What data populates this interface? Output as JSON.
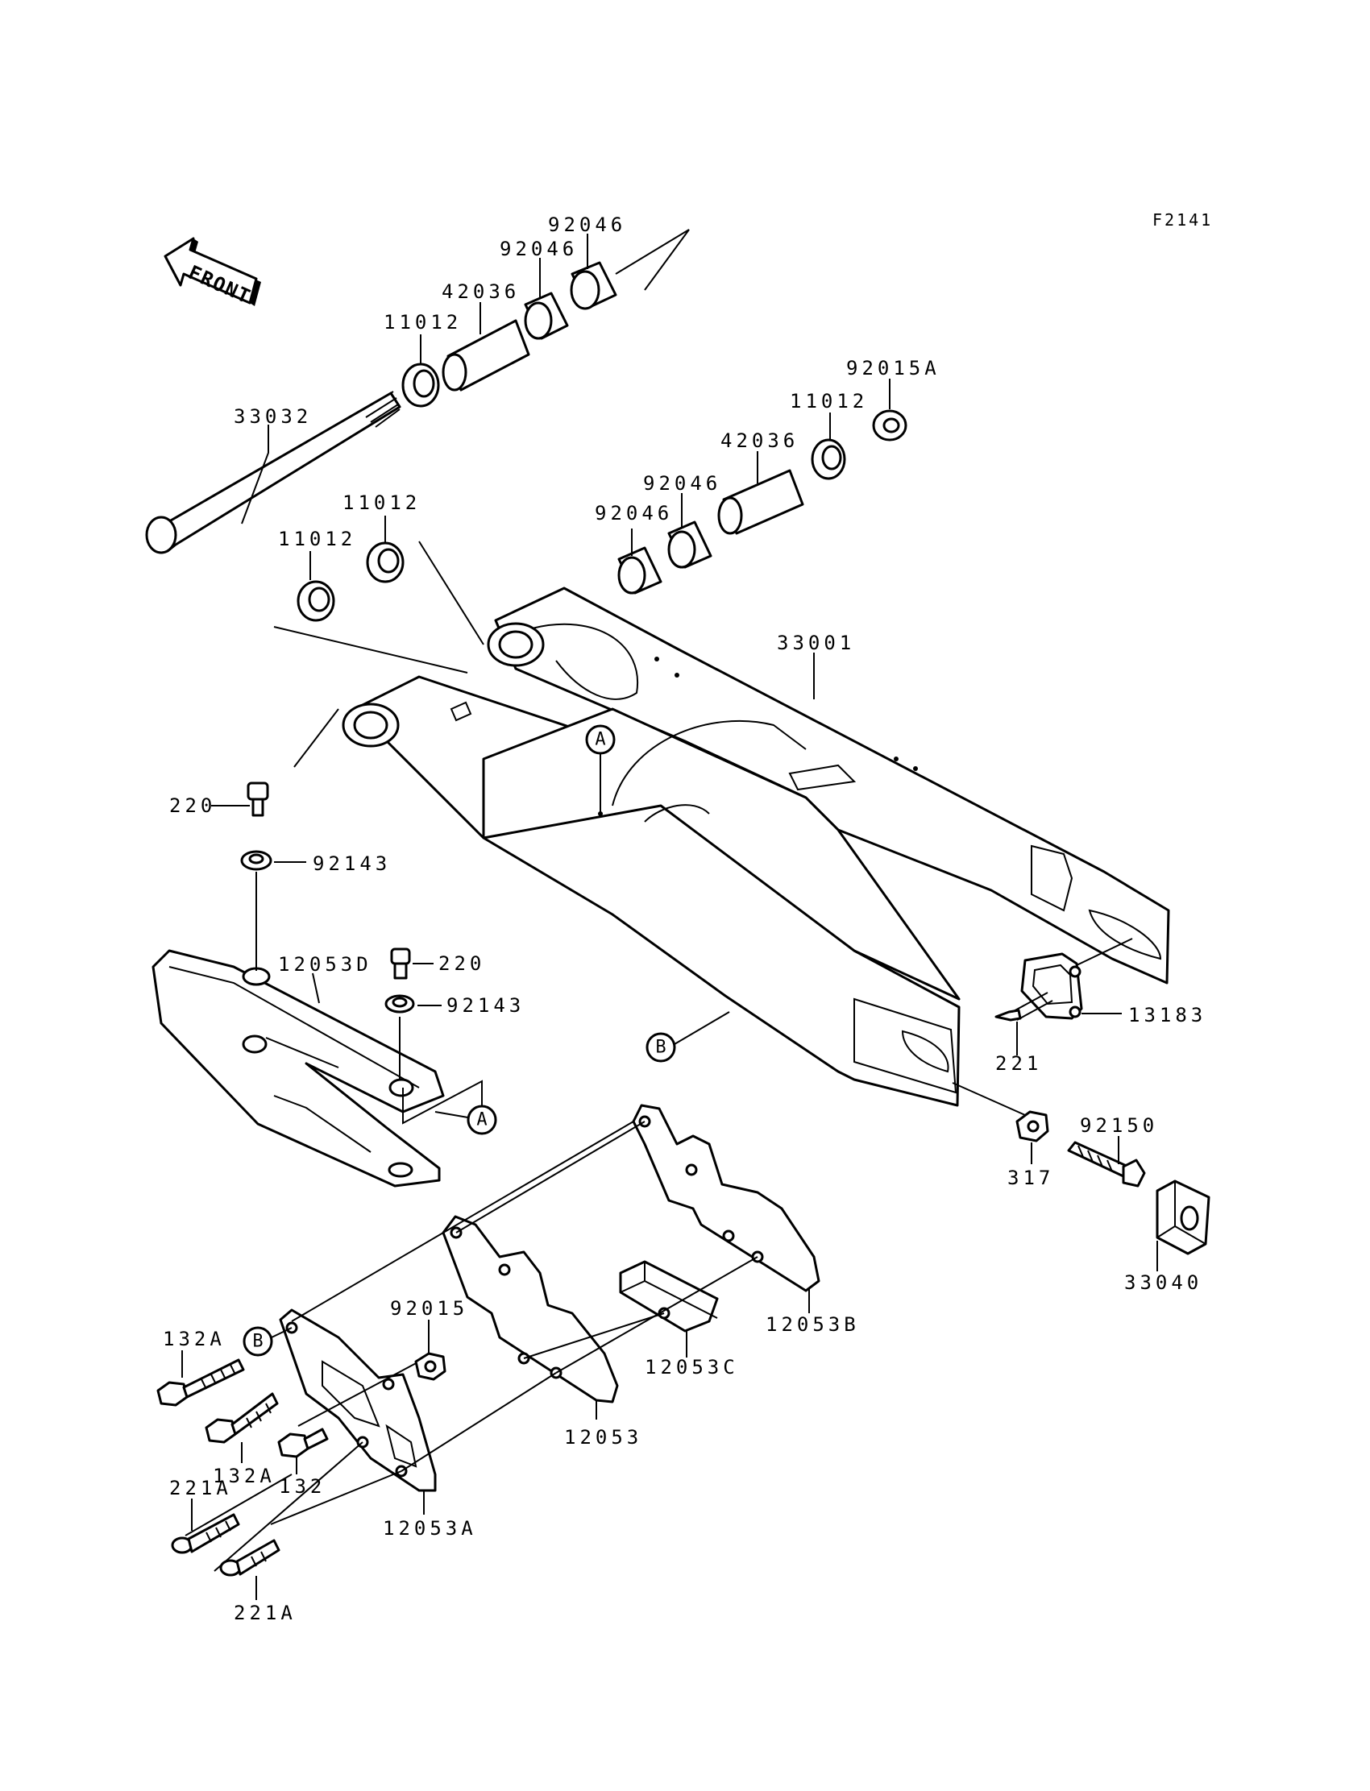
{
  "figure_code": "F2141",
  "front_label": "FRONT",
  "labels": {
    "l33032": "33032",
    "l11012_top": "11012",
    "l42036_top": "42036",
    "l92046_a": "92046",
    "l92046_b": "92046",
    "l92015A": "92015A",
    "l11012_r": "11012",
    "l42036_r": "42036",
    "l92046_c": "92046",
    "l92046_d": "92046",
    "l11012_l1": "11012",
    "l11012_l2": "11012",
    "l33001": "33001",
    "l220_a": "220",
    "l92143_a": "92143",
    "l12053D": "12053D",
    "l220_b": "220",
    "l92143_b": "92143",
    "l13183": "13183",
    "l221": "221",
    "l92150": "92150",
    "l317": "317",
    "l33040": "33040",
    "l92015": "92015",
    "l12053B": "12053B",
    "l12053C": "12053C",
    "l12053": "12053",
    "l12053A": "12053A",
    "l132A_a": "132A",
    "l132A_b": "132A",
    "l132": "132",
    "l221A_a": "221A",
    "l221A_b": "221A"
  },
  "ref_markers": {
    "a_top": "A",
    "a_guide": "A",
    "b_arm": "B",
    "b_bolt": "B"
  }
}
